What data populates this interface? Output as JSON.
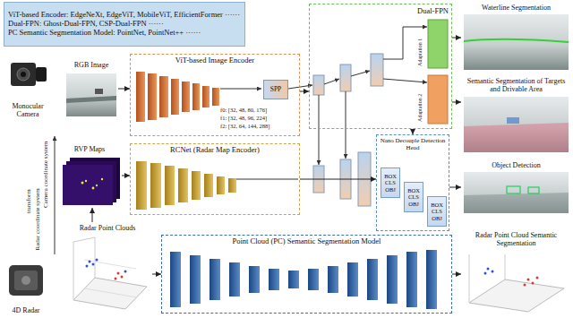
{
  "diagram": {
    "nodes": [
      {
        "text": [
          "ViT-based Encoder: EdgeNeXt, EdgeViT, MobileViT, EfficientFormer ······",
          "Dual-FPN: Ghost-Dual-FPN, CSP-Dual-FPN ······",
          "PC Semantic Segmentation Model: PointNet, PointNet++ ······"
        ]
      },
      {
        "text": [
          "Dual-FPN"
        ]
      },
      {
        "text": [
          "Waterline Segmentation"
        ]
      },
      {
        "text": [
          "Monocular Camera"
        ]
      },
      {
        "text": [
          "RGB Image"
        ]
      },
      {
        "text": [
          "ViT-based Image Encoder"
        ]
      },
      {
        "text": [
          "SPP"
        ],
        "in": 5
      },
      {
        "text": [
          "Semantic Segmentation of Targets and Drivable Area"
        ]
      },
      {
        "text": [
          "RVP Maps"
        ]
      },
      {
        "text": [
          "RCNet (Radar Map Encoder)"
        ]
      },
      {
        "text": [
          "Nano Decouple Detection Head"
        ]
      },
      {
        "text": [
          "BOX",
          "CLS",
          "OBJ"
        ],
        "in": 10
      },
      {
        "text": [
          "BOX",
          "CLS",
          "OBJ"
        ],
        "in": 10
      },
      {
        "text": [
          "BOX",
          "CLS",
          "OBJ"
        ],
        "in": 10
      },
      {
        "text": [
          "Object Detection"
        ]
      },
      {
        "text": [
          "4D Radar"
        ]
      },
      {
        "text": [
          "Radar Point Clouds"
        ]
      },
      {
        "text": [
          "Point Cloud (PC) Semantic Segmentation Model"
        ]
      },
      {
        "text": [
          "Radar Point Cloud Semantic Segmentation"
        ]
      }
    ],
    "edges": [
      {
        "from": 4,
        "to": 5,
        "arrow": "to"
      },
      {
        "from": 5,
        "to": 1,
        "arrow": "to"
      },
      {
        "from": 1,
        "to": 2,
        "arrow": "to"
      },
      {
        "from": 1,
        "to": 7,
        "arrow": "to"
      },
      {
        "from": 8,
        "to": 9,
        "arrow": "to"
      },
      {
        "from": 9,
        "to": 10,
        "arrow": "to"
      },
      {
        "from": 1,
        "to": 10,
        "arrow": "to"
      },
      {
        "from": 10,
        "to": 14,
        "arrow": "to"
      },
      {
        "from": 16,
        "to": 8,
        "arrow": "to"
      },
      {
        "from": 16,
        "to": 17,
        "arrow": "to"
      },
      {
        "from": 17,
        "to": 18,
        "arrow": "to"
      }
    ],
    "labels": [
      "f0: [32, 48, 80, 176]",
      "f1: [32, 48, 96, 224]",
      "f2: [32, 64, 144, 288]",
      "Adaptation 1",
      "Adaptation 2",
      "Camera coordinate system",
      "transform",
      "Radar coordinate system"
    ]
  }
}
